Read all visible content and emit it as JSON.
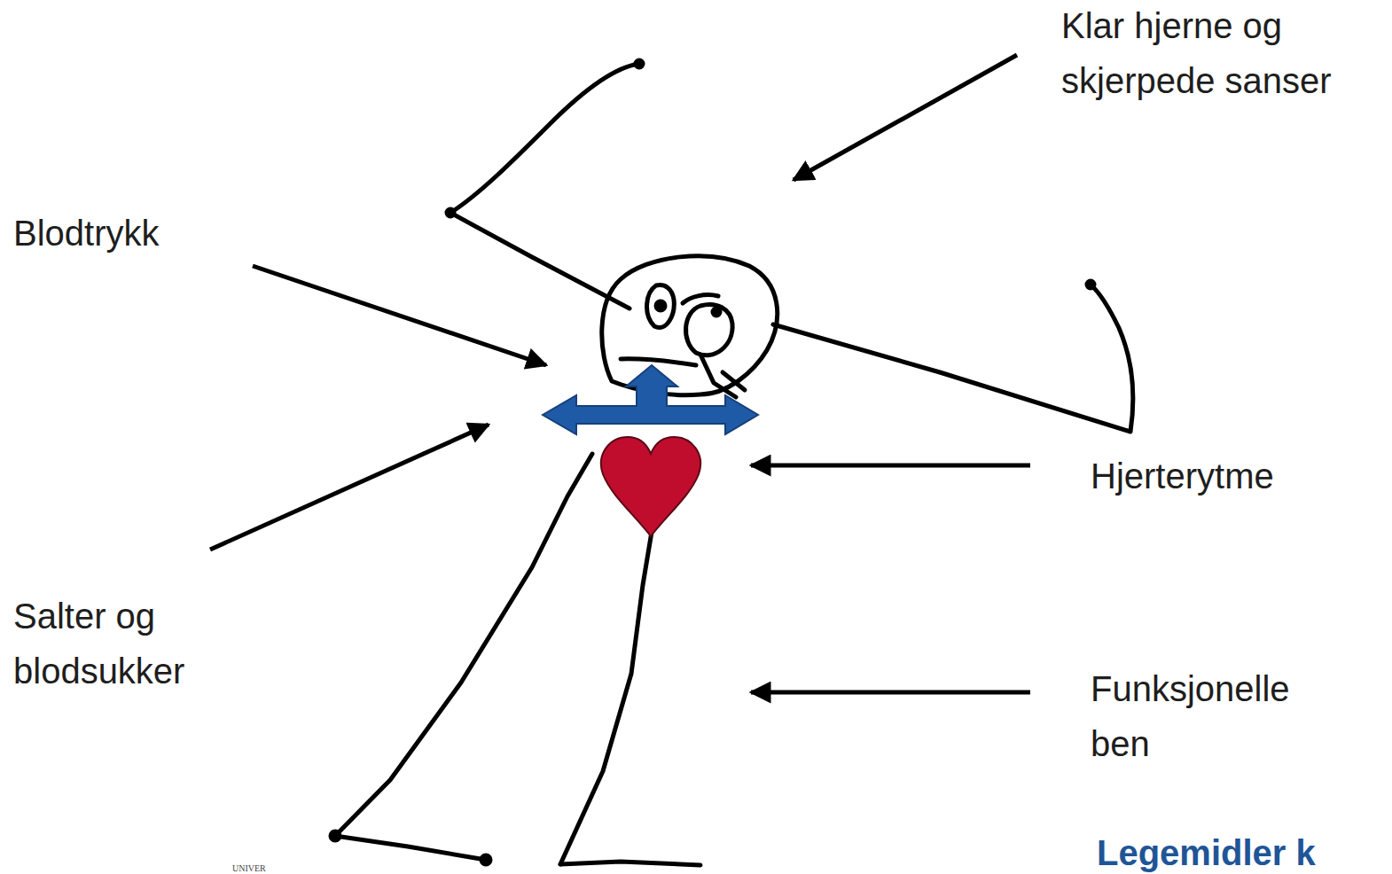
{
  "diagram": {
    "labels": [
      "Klar hjerne og skjerpede sanser",
      "Blodtrykk",
      "Salter og blodsukker",
      "Hjerterytme",
      "Funksjonelle ben",
      "Legemidler k",
      "UNIVER"
    ]
  }
}
